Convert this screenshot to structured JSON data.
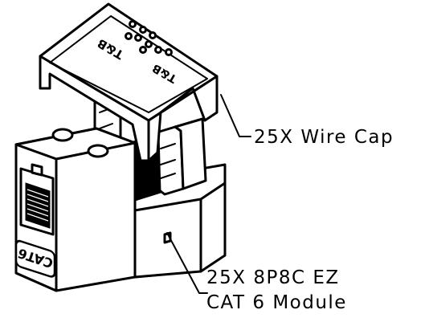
{
  "callouts": {
    "wire_cap": {
      "label": "25X Wire Cap"
    },
    "module": {
      "line1": "25X 8P8C EZ",
      "line2": "CAT 6 Module"
    }
  },
  "part_markings": {
    "module_text": "CAT6",
    "cap_text": "T&B"
  },
  "colors": {
    "ink": "#000000",
    "paper": "#ffffff"
  }
}
